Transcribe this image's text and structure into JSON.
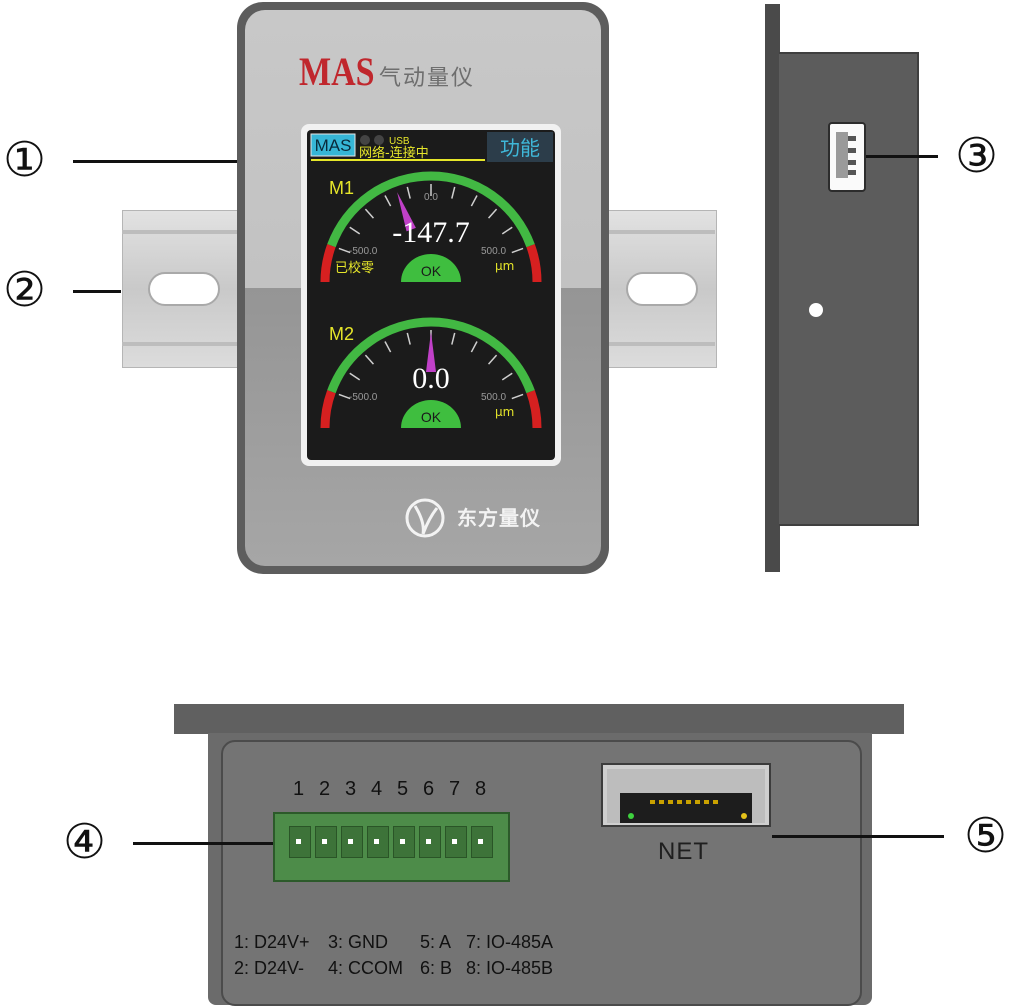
{
  "device": {
    "brand": "MAS",
    "product_name": "气动量仪",
    "manufacturer_logo": "东方量仪"
  },
  "screen": {
    "badge": "MAS",
    "usb_label": "USB",
    "network_status": "网络-连接中",
    "function_button": "功能",
    "gauges": [
      {
        "label": "M1",
        "value": "-147.7",
        "value_num": -147.7,
        "min_label": "-500.0",
        "max_label": "500.0",
        "center_label": "0.0",
        "unit": "μm",
        "status": "OK",
        "note": "已校零",
        "needle_color": "#c040c8"
      },
      {
        "label": "M2",
        "value": "0.0",
        "value_num": 0.0,
        "min_label": "-500.0",
        "max_label": "500.0",
        "center_label": "",
        "unit": "μm",
        "status": "OK",
        "note": "",
        "needle_color": "#c040c8"
      }
    ],
    "colors": {
      "label": "#e6e62a",
      "arc_green": "#42b843",
      "arc_red": "#d62020",
      "badge_bg": "#36b6d6",
      "button_bg": "#2c3d4a"
    }
  },
  "callouts": [
    "①",
    "②",
    "③",
    "④",
    "⑤"
  ],
  "terminal": {
    "pin_numbers": [
      "1",
      "2",
      "3",
      "4",
      "5",
      "6",
      "7",
      "8"
    ],
    "pin_map_rows": [
      [
        "1: D24V+",
        "3: GND",
        "5: A",
        "7: IO-485A"
      ],
      [
        "2: D24V-",
        "4: CCOM",
        "6: B",
        "8: IO-485B"
      ]
    ]
  },
  "ethernet": {
    "label": "NET"
  },
  "icons": [
    "usb-port-icon",
    "rj45-port-icon",
    "terminal-block-icon",
    "company-logo-icon"
  ]
}
